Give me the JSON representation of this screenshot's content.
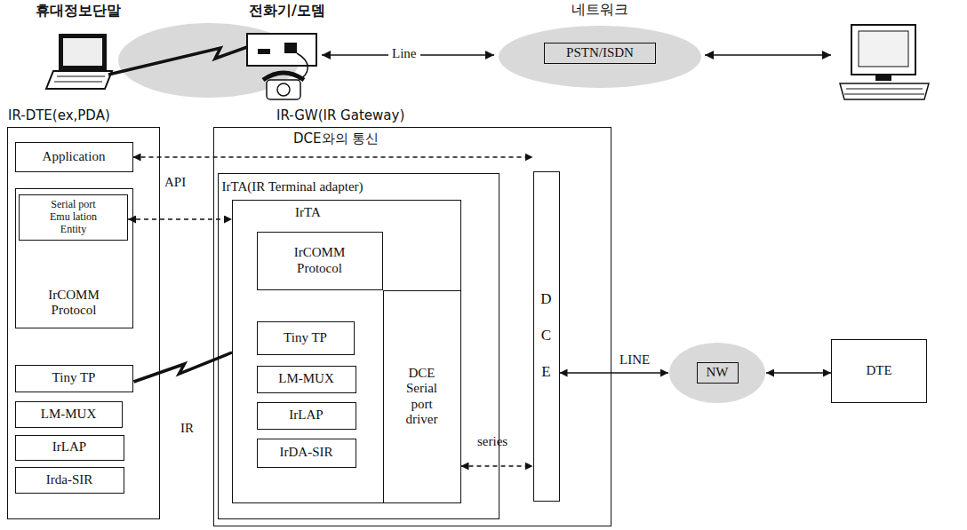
{
  "diagram": {
    "nodes": [
      {
        "text": [
          "네트워크",
          "PSTN/ISDN"
        ]
      },
      {
        "text": [
          "IR-DTE(ex,PDA)"
        ]
      },
      {
        "text": [
          "Application"
        ],
        "in": 1
      },
      {
        "text": [
          "IrCOMM Protocol"
        ],
        "in": 1
      },
      {
        "text": [
          "Serial port Emu lation Entity"
        ],
        "in": 3
      },
      {
        "text": [
          "Tiny TP"
        ],
        "in": 1
      },
      {
        "text": [
          "LM-MUX"
        ],
        "in": 1
      },
      {
        "text": [
          "IrLAP"
        ],
        "in": 1
      },
      {
        "text": [
          "Irda-SIR"
        ],
        "in": 1
      },
      {
        "text": [
          "IR-GW(IR Gateway)"
        ]
      },
      {
        "text": [
          "IrTA(IR Terminal adapter)"
        ],
        "in": 9
      },
      {
        "text": [
          "IrTA"
        ],
        "in": 10
      },
      {
        "text": [
          "IrCOMM Protocol"
        ],
        "in": 11
      },
      {
        "text": [
          "Tiny TP"
        ],
        "in": 11
      },
      {
        "text": [
          "LM-MUX"
        ],
        "in": 11
      },
      {
        "text": [
          "IrLAP"
        ],
        "in": 11
      },
      {
        "text": [
          "IrDA-SIR"
        ],
        "in": 11
      },
      {
        "text": [
          "DCE Serial port driver"
        ],
        "in": 11
      },
      {
        "text": [
          "DCE"
        ],
        "in": 9
      },
      {
        "text": [
          "NW"
        ]
      },
      {
        "text": [
          "DTE"
        ]
      }
    ],
    "edges": [
      {
        "from": 2,
        "to": 18,
        "arrow": "both",
        "label": "DCE와의 통신"
      },
      {
        "from": 4,
        "to": 11,
        "arrow": "both",
        "label": "API"
      },
      {
        "from": 5,
        "to": 11,
        "arrow": "none",
        "label": "IR"
      },
      {
        "from": 17,
        "to": 18,
        "arrow": "both",
        "label": "series"
      },
      {
        "from": 18,
        "to": 19,
        "arrow": "both",
        "label": "LINE"
      },
      {
        "from": 19,
        "to": 20,
        "arrow": "both"
      }
    ],
    "labels": [
      "휴대정보단말",
      "전화기/모뎀",
      "Line"
    ]
  }
}
